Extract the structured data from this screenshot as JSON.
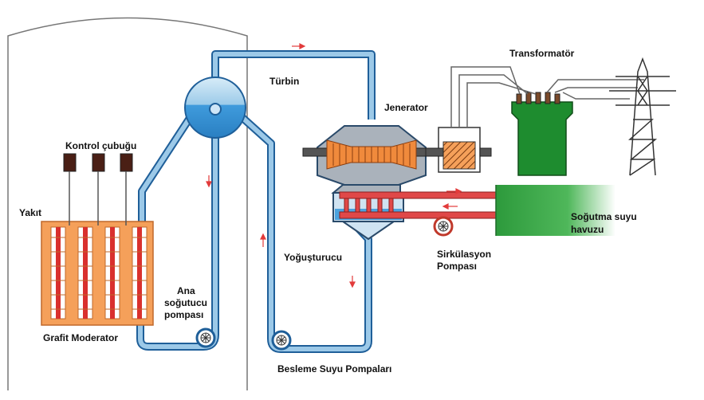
{
  "labels": {
    "turbine": "Türbin",
    "generator": "Jenerator",
    "transformer": "Transformatör",
    "control_rod": "Kontrol çubuğu",
    "fuel": "Yakıt",
    "graphite_moderator": "Grafit Moderator",
    "main_pump_line1": "Ana",
    "main_pump_line2": "soğutucu",
    "main_pump_line3": "pompası",
    "condenser": "Yoğuşturucu",
    "circulation_pump_line1": "Sirkülasyon",
    "circulation_pump_line2": "Pompası",
    "cooling_pool_line1": "Soğutma suyu",
    "cooling_pool_line2": "havuzu",
    "feedwater_pumps": "Besleme Suyu Pompaları"
  },
  "colors": {
    "steam_pipe": "#7fb3d8",
    "pipe_outline": "#1f5f99",
    "drum": "#4aa3df",
    "fuel_orange": "#f5a05a",
    "fuel_rod_red": "#d9302e",
    "turbine_orange": "#f08a3c",
    "cooling_pool": "#2d9a3c",
    "transformer": "#1e8c2f",
    "cooling_pipe": "#d84040",
    "flow_arrow": "#e23b3b"
  }
}
